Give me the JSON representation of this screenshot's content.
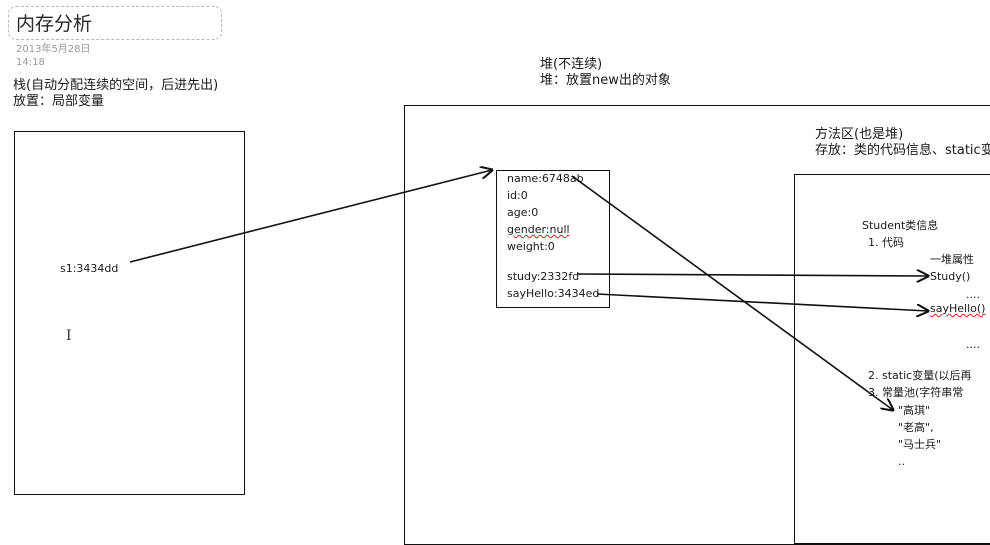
{
  "page": {
    "title": "内存分析",
    "date": "2013年5月28日",
    "time": "14:18"
  },
  "stack": {
    "heading": "栈(自动分配连续的空间，后进先出)",
    "placement": "放置：局部变量",
    "var": "s1:3434dd"
  },
  "heap": {
    "heading": "堆(不连续)",
    "placement": "堆：放置new出的对象",
    "object_fields": [
      "name:6748ab",
      "id:0",
      "age:0",
      "gender:null",
      "weight:0",
      "study:2332fd",
      "sayHello:3434ed"
    ]
  },
  "method_area": {
    "heading": "方法区(也是堆)",
    "storage": "存放：类的代码信息、static变",
    "class_info": "Student类信息",
    "item1": "1.    代码",
    "props": "一堆属性",
    "method1": "Study()",
    "dots1": "....",
    "method2": "sayHello()",
    "dots2": "....",
    "item2": "2.    static变量(以后再",
    "item3": "3.    常量池(字符串常",
    "pool_values": [
      "\"高琪\"",
      "\"老高\",",
      "\"马士兵\"",
      ".."
    ]
  },
  "colors": {
    "line": "#111111",
    "underline": "#dd2222",
    "date": "#9a9a9a"
  }
}
